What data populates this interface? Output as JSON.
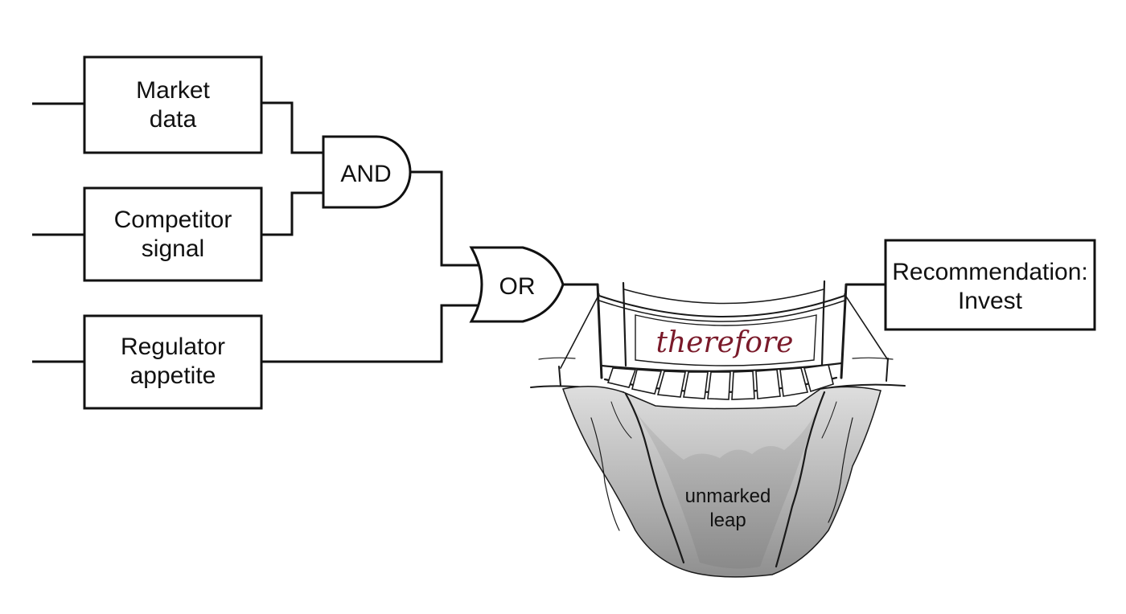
{
  "inputs": {
    "market": [
      "Market",
      "data"
    ],
    "competitor": [
      "Competitor",
      "signal"
    ],
    "regulator": [
      "Regulator",
      "appetite"
    ]
  },
  "gates": {
    "and_label": "AND",
    "or_label": "OR"
  },
  "bridge": {
    "banner": "therefore",
    "chasm": [
      "unmarked",
      "leap"
    ]
  },
  "output": [
    "Recommendation:",
    "Invest"
  ],
  "colors": {
    "ink": "#111111",
    "banner_text": "#7a1a2a",
    "rock_light": "#c9c9c9",
    "rock_dark": "#9a9a9a"
  }
}
